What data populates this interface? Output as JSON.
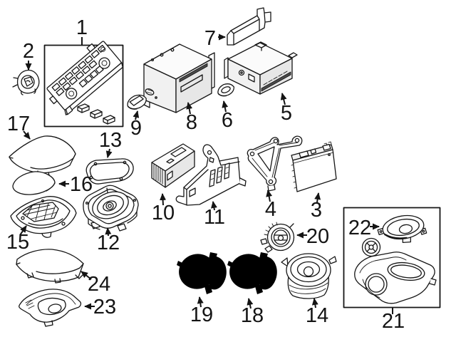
{
  "canvas": {
    "background": "#ffffff",
    "ink": "#161616"
  },
  "diagram_type": "exploded-parts-diagram",
  "callouts": [
    {
      "label": "1"
    },
    {
      "label": "2"
    },
    {
      "label": "3"
    },
    {
      "label": "4"
    },
    {
      "label": "5"
    },
    {
      "label": "6"
    },
    {
      "label": "7"
    },
    {
      "label": "8"
    },
    {
      "label": "9"
    },
    {
      "label": "10"
    },
    {
      "label": "11"
    },
    {
      "label": "12"
    },
    {
      "label": "13"
    },
    {
      "label": "14"
    },
    {
      "label": "15"
    },
    {
      "label": "16"
    },
    {
      "label": "17"
    },
    {
      "label": "18"
    },
    {
      "label": "19"
    },
    {
      "label": "20"
    },
    {
      "label": "21"
    },
    {
      "label": "22"
    },
    {
      "label": "23"
    },
    {
      "label": "24"
    }
  ]
}
